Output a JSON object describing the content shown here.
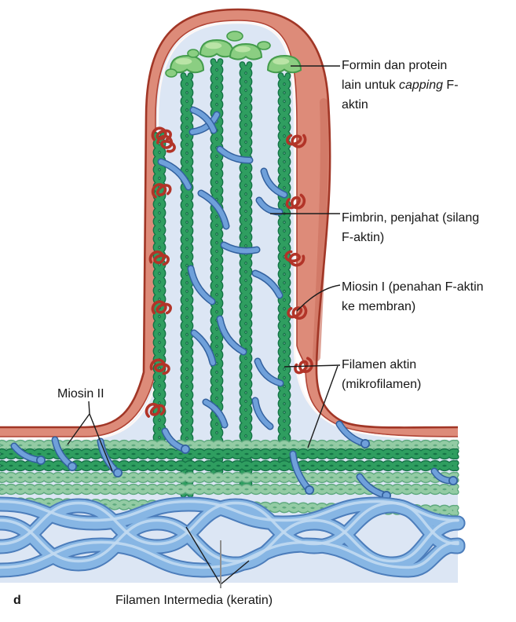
{
  "panel": {
    "letter": "d"
  },
  "labels": {
    "formin": {
      "part1": "Formin dan protein\nlain untuk ",
      "italic": "capping",
      "part2": " F-\naktin"
    },
    "fimbrin": "Fimbrin, penjahat (silang\nF-aktin)",
    "miosin1": "Miosin I (penahan F-aktin\nke membran)",
    "filamen_aktin": "Filamen aktin\n(mikrofilamen)",
    "miosin2": "Miosin II",
    "keratin": "Filamen Intermedia (keratin)"
  },
  "colors": {
    "background": "#ffffff",
    "cytoplasm": "#dce6f4",
    "membrane_line": "#a13626",
    "membrane_fill": "#dd8b79",
    "membrane_shade": "#cd7260",
    "membrane_inner_line": "#b04435",
    "membrane_white": "#fdf7f5",
    "actin_outline": "#157347",
    "actin_fill": "#2f9e60",
    "actin_pale_outline": "#5ea97e",
    "actin_pale_fill": "#93cba4",
    "formin_fill": "#8bce82",
    "formin_outline": "#449c4c",
    "formin_highlight": "#c2e7ad",
    "crosslinker_fill": "#6fa0da",
    "crosslinker_outline": "#33619f",
    "keratin_fill": "#87b6e4",
    "keratin_outline": "#4c7dbb",
    "keratin_highlight": "#c2daf1",
    "myosin1_red": "#b23428",
    "leader_line": "#1c1c1c",
    "leader_line_gray": "#8f8f8f"
  }
}
